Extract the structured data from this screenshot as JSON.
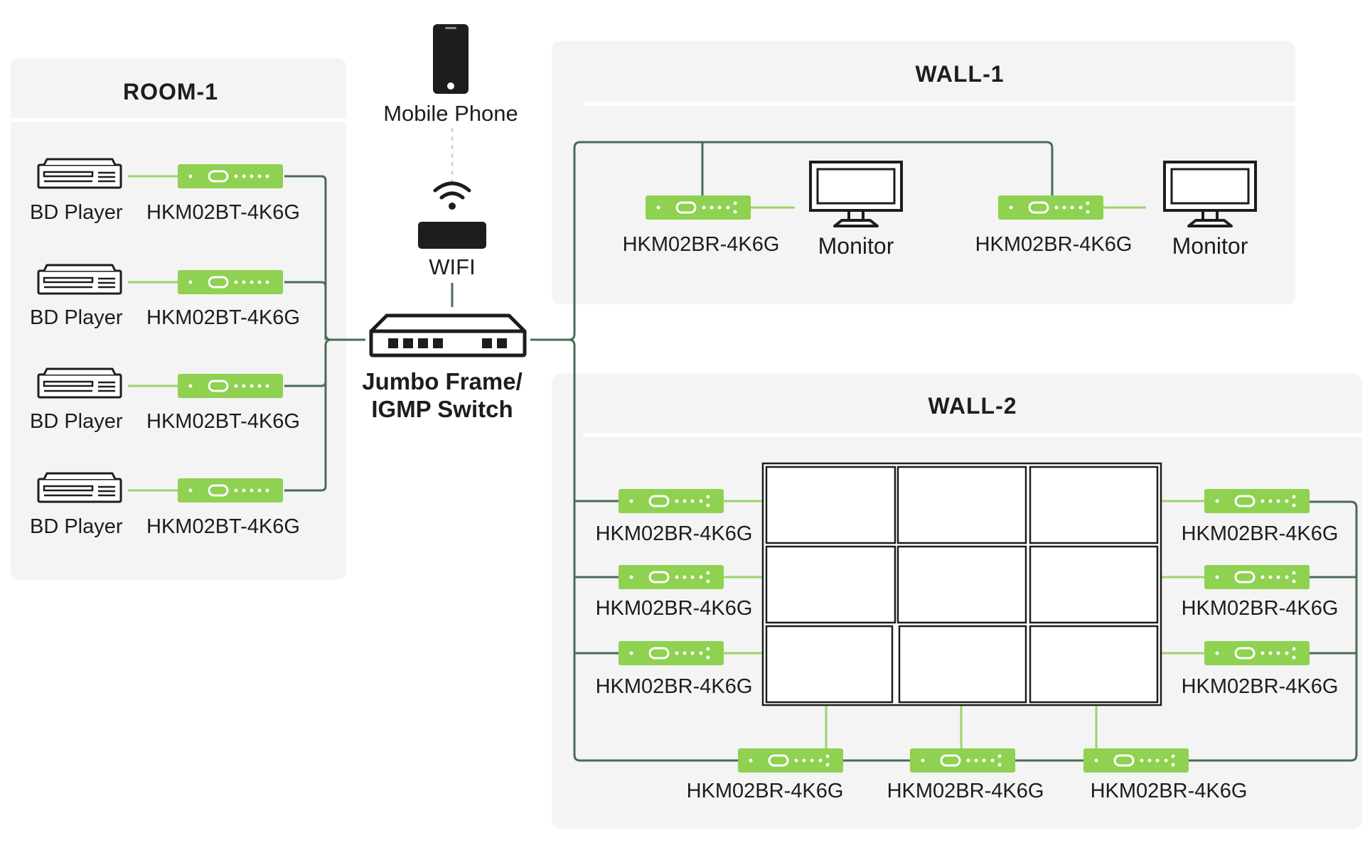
{
  "groups": {
    "room1": "ROOM-1",
    "wall1": "WALL-1",
    "wall2": "WALL-2"
  },
  "center": {
    "phone": "Mobile Phone",
    "wifi": "WIFI",
    "switch_line1": "Jumbo Frame/",
    "switch_line2": "IGMP Switch"
  },
  "room1": {
    "sources": [
      {
        "player": "BD Player",
        "tx": "HKM02BT-4K6G"
      },
      {
        "player": "BD Player",
        "tx": "HKM02BT-4K6G"
      },
      {
        "player": "BD Player",
        "tx": "HKM02BT-4K6G"
      },
      {
        "player": "BD Player",
        "tx": "HKM02BT-4K6G"
      }
    ]
  },
  "wall1": {
    "receivers": [
      {
        "rx": "HKM02BR-4K6G",
        "display": "Monitor"
      },
      {
        "rx": "HKM02BR-4K6G",
        "display": "Monitor"
      }
    ]
  },
  "wall2": {
    "left": [
      "HKM02BR-4K6G",
      "HKM02BR-4K6G",
      "HKM02BR-4K6G"
    ],
    "right": [
      "HKM02BR-4K6G",
      "HKM02BR-4K6G",
      "HKM02BR-4K6G"
    ],
    "bottom": [
      "HKM02BR-4K6G",
      "HKM02BR-4K6G",
      "HKM02BR-4K6G"
    ]
  },
  "colors": {
    "device_green": "#8fd150",
    "line_dark": "#4a6b55",
    "line_light": "#9cd46a",
    "panel_bg": "#f4f4f4",
    "ink": "#1d1d1d"
  }
}
